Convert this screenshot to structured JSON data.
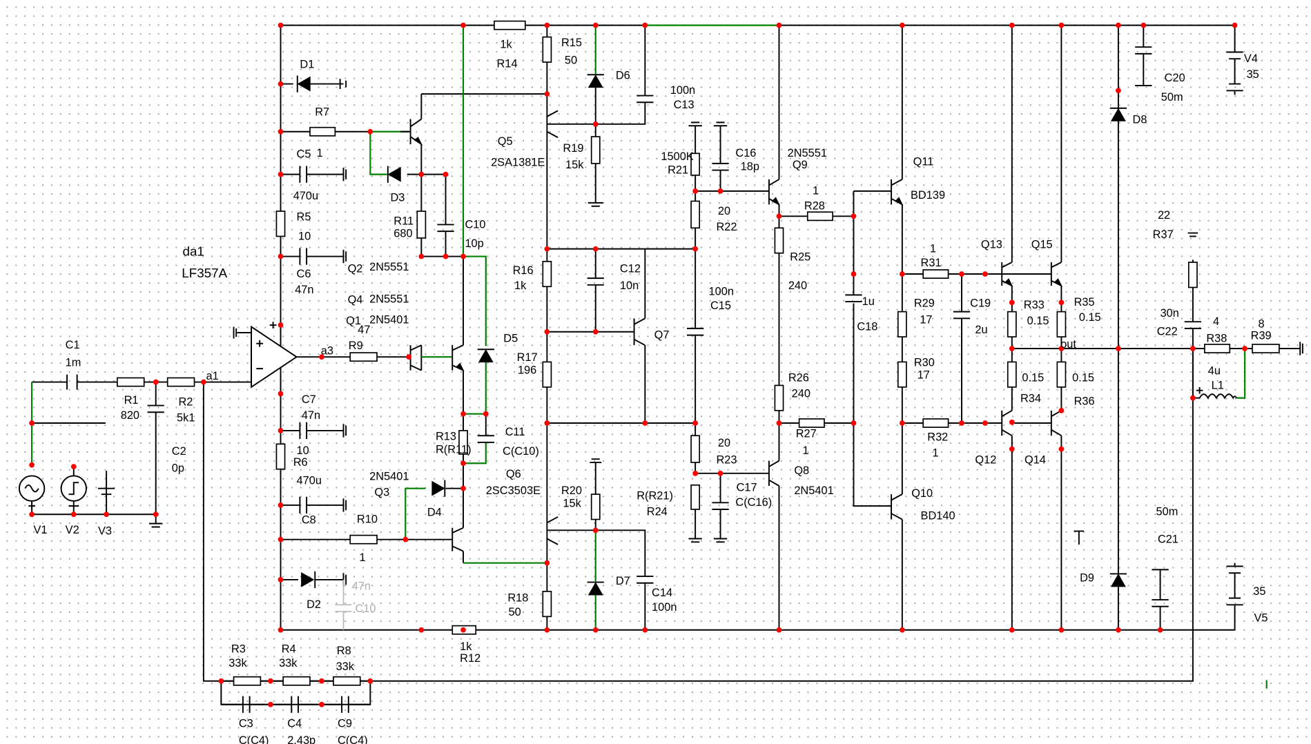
{
  "labels": [
    {
      "id": "C1",
      "text": "C1"
    },
    {
      "id": "C1v",
      "text": "1m"
    },
    {
      "id": "R1",
      "text": "R1"
    },
    {
      "id": "R1v",
      "text": "820"
    },
    {
      "id": "R2",
      "text": "R2"
    },
    {
      "id": "R2v",
      "text": "5k1"
    },
    {
      "id": "C2",
      "text": "C2"
    },
    {
      "id": "C2v",
      "text": "0p"
    },
    {
      "id": "a1",
      "text": "a1"
    },
    {
      "id": "V1",
      "text": "V1"
    },
    {
      "id": "V2",
      "text": "V2"
    },
    {
      "id": "V3",
      "text": "V3"
    },
    {
      "id": "da1",
      "text": "da1"
    },
    {
      "id": "da1v",
      "text": "LF357A"
    },
    {
      "id": "a3",
      "text": "a3"
    },
    {
      "id": "R9",
      "text": "R9"
    },
    {
      "id": "R9v",
      "text": "47"
    },
    {
      "id": "D1",
      "text": "D1"
    },
    {
      "id": "R7",
      "text": "R7"
    },
    {
      "id": "R7v",
      "text": "1"
    },
    {
      "id": "C5",
      "text": "C5"
    },
    {
      "id": "C5v",
      "text": "470u"
    },
    {
      "id": "R5",
      "text": "R5"
    },
    {
      "id": "R5v",
      "text": "10"
    },
    {
      "id": "C6",
      "text": "C6"
    },
    {
      "id": "C6v",
      "text": "47n"
    },
    {
      "id": "C7",
      "text": "C7"
    },
    {
      "id": "C7v",
      "text": "47n"
    },
    {
      "id": "R6",
      "text": "R6"
    },
    {
      "id": "R6v",
      "text": "10"
    },
    {
      "id": "C8",
      "text": "C8"
    },
    {
      "id": "C8v",
      "text": "470u"
    },
    {
      "id": "R10",
      "text": "R10"
    },
    {
      "id": "R10v",
      "text": "1"
    },
    {
      "id": "D2",
      "text": "D2"
    },
    {
      "id": "ghostv",
      "text": "47n"
    },
    {
      "id": "ghost",
      "text": "C10"
    },
    {
      "id": "D3",
      "text": "D3"
    },
    {
      "id": "R11",
      "text": "R11"
    },
    {
      "id": "R11v",
      "text": "680"
    },
    {
      "id": "C10",
      "text": "C10"
    },
    {
      "id": "C10v",
      "text": "10p"
    },
    {
      "id": "Q2",
      "text": "Q2"
    },
    {
      "id": "Q2v",
      "text": "2N5551"
    },
    {
      "id": "Q4",
      "text": "Q4"
    },
    {
      "id": "Q4v",
      "text": "2N5551"
    },
    {
      "id": "Q1",
      "text": "Q1"
    },
    {
      "id": "Q1v",
      "text": "2N5401"
    },
    {
      "id": "D5",
      "text": "D5"
    },
    {
      "id": "R13",
      "text": "R13"
    },
    {
      "id": "R13v",
      "text": "R(R11)"
    },
    {
      "id": "C11",
      "text": "C11"
    },
    {
      "id": "C11v",
      "text": "C(C10)"
    },
    {
      "id": "Q3v",
      "text": "2N5401"
    },
    {
      "id": "Q3",
      "text": "Q3"
    },
    {
      "id": "D4",
      "text": "D4"
    },
    {
      "id": "Q6",
      "text": "Q6"
    },
    {
      "id": "Q6v",
      "text": "2SC3503E"
    },
    {
      "id": "R14v",
      "text": "1k"
    },
    {
      "id": "R14",
      "text": "R14"
    },
    {
      "id": "R15",
      "text": "R15"
    },
    {
      "id": "R15v",
      "text": "50"
    },
    {
      "id": "D6",
      "text": "D6"
    },
    {
      "id": "Q5",
      "text": "Q5"
    },
    {
      "id": "Q5v",
      "text": "2SA1381E"
    },
    {
      "id": "R19",
      "text": "R19"
    },
    {
      "id": "R19v",
      "text": "15k"
    },
    {
      "id": "R16",
      "text": "R16"
    },
    {
      "id": "R16v",
      "text": "1k"
    },
    {
      "id": "C12",
      "text": "C12"
    },
    {
      "id": "C12v",
      "text": "10n"
    },
    {
      "id": "Q7",
      "text": "Q7"
    },
    {
      "id": "R17",
      "text": "R17"
    },
    {
      "id": "R17v",
      "text": "196"
    },
    {
      "id": "R20",
      "text": "R20"
    },
    {
      "id": "R20v",
      "text": "15k"
    },
    {
      "id": "D7",
      "text": "D7"
    },
    {
      "id": "C14",
      "text": "C14"
    },
    {
      "id": "C14v",
      "text": "100n"
    },
    {
      "id": "R18",
      "text": "R18"
    },
    {
      "id": "R18v",
      "text": "50"
    },
    {
      "id": "R12v",
      "text": "1k"
    },
    {
      "id": "R12",
      "text": "R12"
    },
    {
      "id": "C13v",
      "text": "100n"
    },
    {
      "id": "C13",
      "text": "C13"
    },
    {
      "id": "R21v",
      "text": "1500K"
    },
    {
      "id": "R21",
      "text": "R21"
    },
    {
      "id": "C16",
      "text": "C16"
    },
    {
      "id": "C16v",
      "text": "18p"
    },
    {
      "id": "R22v",
      "text": "20"
    },
    {
      "id": "R22",
      "text": "R22"
    },
    {
      "id": "C15v",
      "text": "100n"
    },
    {
      "id": "C15",
      "text": "C15"
    },
    {
      "id": "R23v",
      "text": "20"
    },
    {
      "id": "R23",
      "text": "R23"
    },
    {
      "id": "C17",
      "text": "C17"
    },
    {
      "id": "C17v",
      "text": "C(C16)"
    },
    {
      "id": "R24v",
      "text": "R(R21)"
    },
    {
      "id": "R24",
      "text": "R24"
    },
    {
      "id": "Q9v",
      "text": "2N5551"
    },
    {
      "id": "Q9",
      "text": "Q9"
    },
    {
      "id": "R28v",
      "text": "1"
    },
    {
      "id": "R28",
      "text": "R28"
    },
    {
      "id": "R25",
      "text": "R25"
    },
    {
      "id": "R25v",
      "text": "240"
    },
    {
      "id": "R26",
      "text": "R26"
    },
    {
      "id": "R26v",
      "text": "240"
    },
    {
      "id": "R27",
      "text": "R27"
    },
    {
      "id": "R27v",
      "text": "1"
    },
    {
      "id": "Q8",
      "text": "Q8"
    },
    {
      "id": "Q8v",
      "text": "2N5401"
    },
    {
      "id": "C18v",
      "text": "1u"
    },
    {
      "id": "C18",
      "text": "C18"
    },
    {
      "id": "Q11",
      "text": "Q11"
    },
    {
      "id": "Q11v",
      "text": "BD139"
    },
    {
      "id": "Q10",
      "text": "Q10"
    },
    {
      "id": "Q10v",
      "text": "BD140"
    },
    {
      "id": "R31v",
      "text": "1"
    },
    {
      "id": "R31",
      "text": "R31"
    },
    {
      "id": "R29",
      "text": "R29"
    },
    {
      "id": "R29v",
      "text": "17"
    },
    {
      "id": "R30",
      "text": "R30"
    },
    {
      "id": "R30v",
      "text": "17"
    },
    {
      "id": "R32",
      "text": "R32"
    },
    {
      "id": "R32v",
      "text": "1"
    },
    {
      "id": "C19",
      "text": "C19"
    },
    {
      "id": "C19v",
      "text": "2u"
    },
    {
      "id": "Q13",
      "text": "Q13"
    },
    {
      "id": "Q15",
      "text": "Q15"
    },
    {
      "id": "R33",
      "text": "R33"
    },
    {
      "id": "R33v",
      "text": "0.15"
    },
    {
      "id": "R35",
      "text": "R35"
    },
    {
      "id": "R35v",
      "text": "0.15"
    },
    {
      "id": "out",
      "text": "out"
    },
    {
      "id": "R34v",
      "text": "0.15"
    },
    {
      "id": "R34",
      "text": "R34"
    },
    {
      "id": "R36v",
      "text": "0.15"
    },
    {
      "id": "R36",
      "text": "R36"
    },
    {
      "id": "Q12",
      "text": "Q12"
    },
    {
      "id": "Q14",
      "text": "Q14"
    },
    {
      "id": "D8",
      "text": "D8"
    },
    {
      "id": "D9",
      "text": "D9"
    },
    {
      "id": "C20",
      "text": "C20"
    },
    {
      "id": "C20v",
      "text": "50m"
    },
    {
      "id": "V4",
      "text": "V4"
    },
    {
      "id": "V4v",
      "text": "35"
    },
    {
      "id": "R37v",
      "text": "22"
    },
    {
      "id": "R37",
      "text": "R37"
    },
    {
      "id": "C22v",
      "text": "30n"
    },
    {
      "id": "C22",
      "text": "C22"
    },
    {
      "id": "R38v",
      "text": "4"
    },
    {
      "id": "R38",
      "text": "R38"
    },
    {
      "id": "R39v",
      "text": "8"
    },
    {
      "id": "R39",
      "text": "R39"
    },
    {
      "id": "L1v",
      "text": "4u"
    },
    {
      "id": "L1",
      "text": "L1"
    },
    {
      "id": "C21v",
      "text": "50m"
    },
    {
      "id": "C21",
      "text": "C21"
    },
    {
      "id": "V5v",
      "text": "35"
    },
    {
      "id": "V5",
      "text": "V5"
    },
    {
      "id": "R3",
      "text": "R3"
    },
    {
      "id": "R3v",
      "text": "33k"
    },
    {
      "id": "R4",
      "text": "R4"
    },
    {
      "id": "R4v",
      "text": "33k"
    },
    {
      "id": "R8",
      "text": "R8"
    },
    {
      "id": "R8v",
      "text": "33k"
    },
    {
      "id": "C3",
      "text": "C3"
    },
    {
      "id": "C3v",
      "text": "C(C4)"
    },
    {
      "id": "C4",
      "text": "C4"
    },
    {
      "id": "C4v",
      "text": "2.43p"
    },
    {
      "id": "C9",
      "text": "C9"
    },
    {
      "id": "C9v",
      "text": "C(C4)"
    }
  ]
}
